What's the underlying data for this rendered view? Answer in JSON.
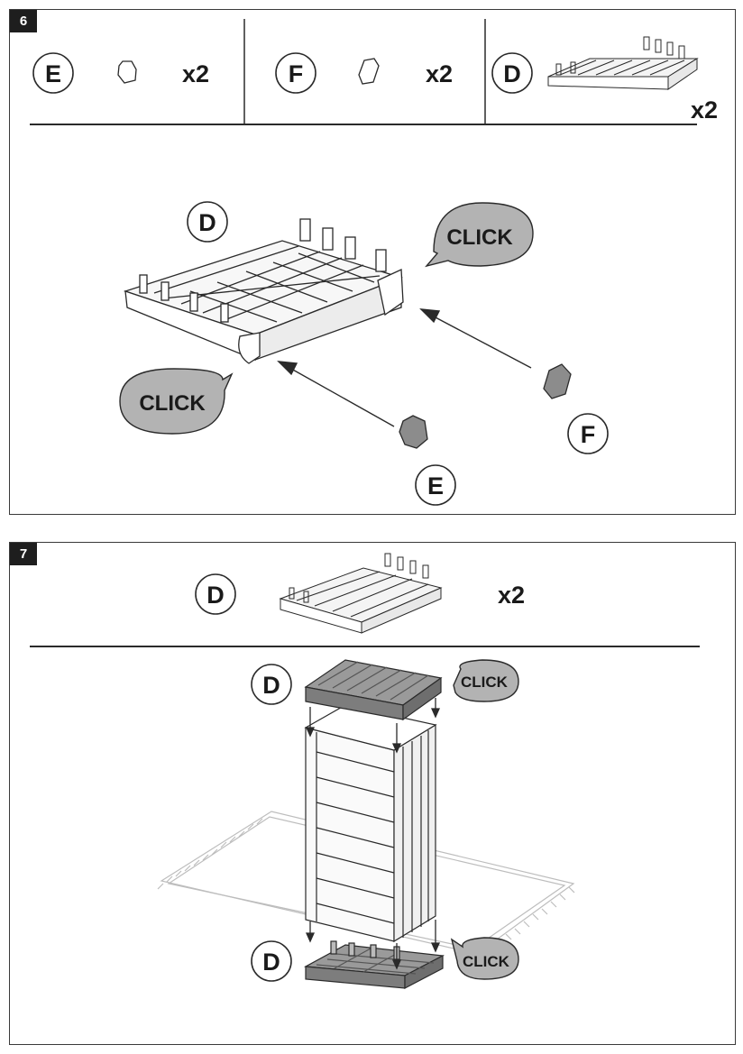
{
  "steps": [
    {
      "number": "6",
      "parts_header": [
        {
          "letter": "E",
          "qty": "x2"
        },
        {
          "letter": "F",
          "qty": "x2"
        },
        {
          "letter": "D",
          "qty": "x2"
        }
      ],
      "assembly": {
        "part_label": "D",
        "click_labels": [
          "CLICK",
          "CLICK"
        ],
        "cap_labels": [
          "E",
          "F"
        ]
      }
    },
    {
      "number": "7",
      "parts_header": [
        {
          "letter": "D",
          "qty": "x2"
        }
      ],
      "assembly": {
        "part_labels": [
          "D",
          "D"
        ],
        "click_labels": [
          "CLICK",
          "CLICK"
        ]
      }
    }
  ],
  "colors": {
    "border": "#3a3a3a",
    "badge": "#1e1e1e",
    "bubble": "#b3b3b3",
    "part_gray": "#8c8c8c",
    "line_art": "#2a2a2a"
  }
}
